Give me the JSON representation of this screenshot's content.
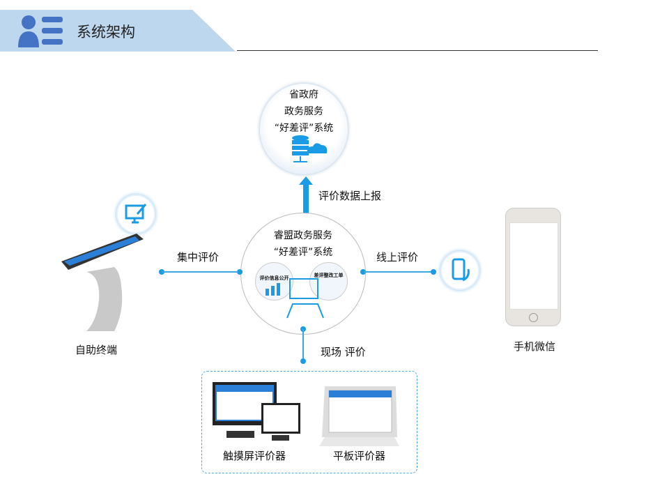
{
  "header": {
    "title": "系统架构",
    "icon": "user-list-icon"
  },
  "top_node": {
    "lines": [
      "省政府",
      "政务服务",
      "“好差评”系统"
    ],
    "icon": "cloud-database-icon"
  },
  "upload_label": "评价数据上报",
  "center_node": {
    "lines": [
      "睿盟政务服务",
      "“好差评”系统"
    ],
    "sub_left": "评价信息公开",
    "sub_right": "差评整改工单"
  },
  "left_link": {
    "label": "集中评价"
  },
  "right_link": {
    "label": "线上评价"
  },
  "bottom_link": {
    "label": "现场 评价"
  },
  "kiosk": {
    "label": "自助终端",
    "icon": "monitor-edit-icon"
  },
  "phone": {
    "label": "手机微信",
    "icon": "hand-phone-icon"
  },
  "devices": {
    "touch": "触摸屏评价器",
    "tablet": "平板评价器"
  },
  "colors": {
    "accent": "#1a9be6",
    "band": "#bdd7ee",
    "icon": "#4472c4"
  }
}
